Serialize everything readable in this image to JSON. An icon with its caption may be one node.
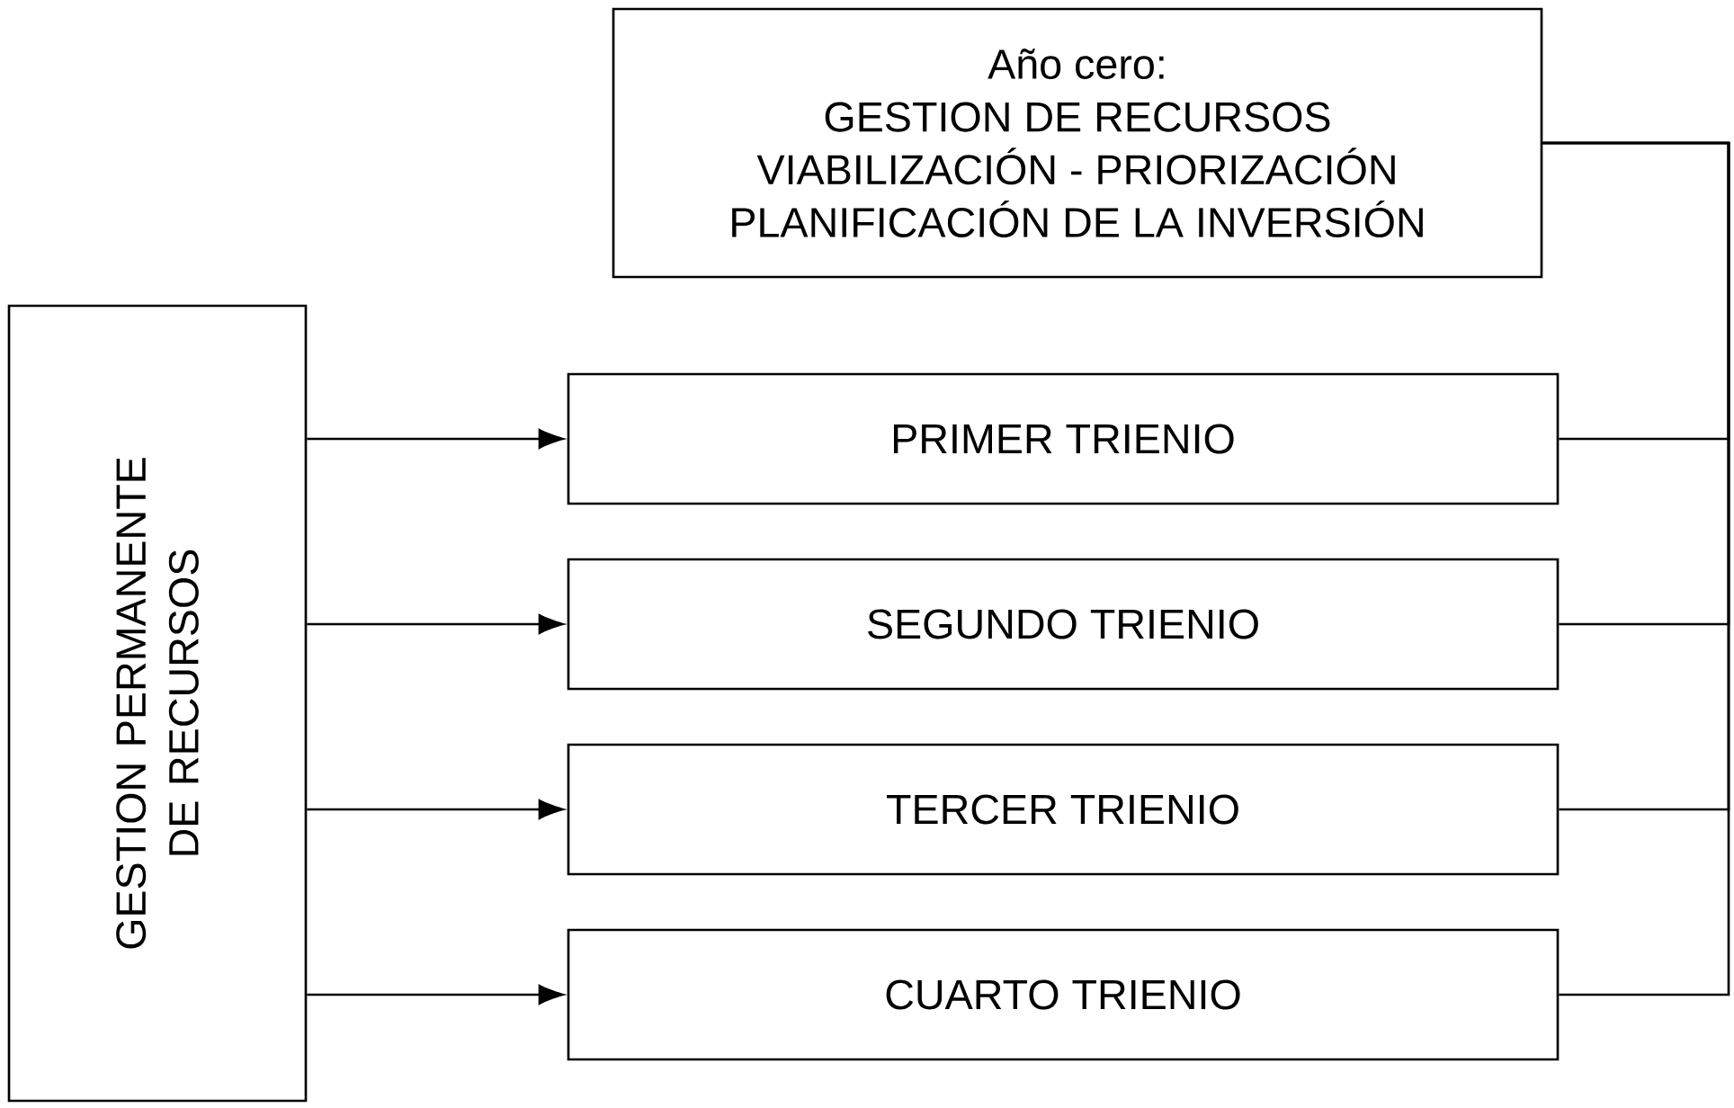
{
  "diagram": {
    "nodes": [
      {
        "text": [
          "Año cero:",
          "GESTION DE RECURSOS",
          "VIABILIZACIÓN - PRIORIZACIÓN",
          "PLANIFICACIÓN DE LA INVERSIÓN"
        ]
      },
      {
        "text": [
          "GESTION PERMANENTE DE RECURSOS"
        ]
      },
      {
        "text": [
          "PRIMER TRIENIO"
        ]
      },
      {
        "text": [
          "SEGUNDO TRIENIO"
        ]
      },
      {
        "text": [
          "TERCER TRIENIO"
        ]
      },
      {
        "text": [
          "CUARTO TRIENIO"
        ]
      }
    ],
    "edges": [
      {
        "from": 1,
        "to": 2,
        "arrow": "to"
      },
      {
        "from": 1,
        "to": 3,
        "arrow": "to"
      },
      {
        "from": 1,
        "to": 4,
        "arrow": "to"
      },
      {
        "from": 1,
        "to": 5,
        "arrow": "to"
      },
      {
        "from": 0,
        "to": 2,
        "arrow": "none"
      },
      {
        "from": 0,
        "to": 3,
        "arrow": "none"
      },
      {
        "from": 0,
        "to": 4,
        "arrow": "none"
      },
      {
        "from": 0,
        "to": 5,
        "arrow": "none"
      }
    ]
  }
}
